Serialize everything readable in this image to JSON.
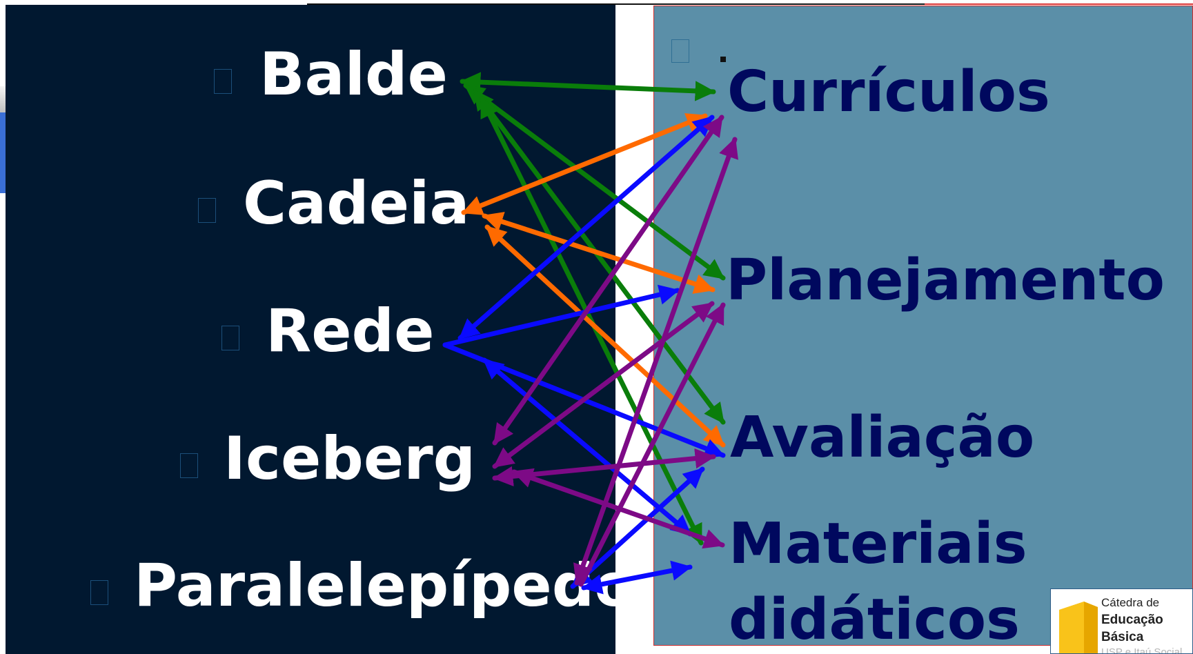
{
  "left_terms": [
    "Balde",
    "Cadeia",
    "Rede",
    "Iceberg",
    "Paralelepípedo"
  ],
  "right_terms": [
    "Currículos",
    "Planejamento",
    "Avaliação",
    "Materiais",
    "didáticos"
  ],
  "colors": {
    "left_background": "#011830",
    "right_background": "#5b8fa8",
    "left_text": "#ffffff",
    "right_text": "#00085e",
    "balde_arrows": "#0a7d0a",
    "cadeia_arrows": "#ff6a00",
    "rede_arrows": "#0a0aff",
    "iceberg_paralelepipedo_arrows": "#7d0a86"
  },
  "logo": {
    "line1": "Cátedra de",
    "line2": "Educação",
    "line3": "Básica",
    "line4": "USP e Itaú Social"
  }
}
